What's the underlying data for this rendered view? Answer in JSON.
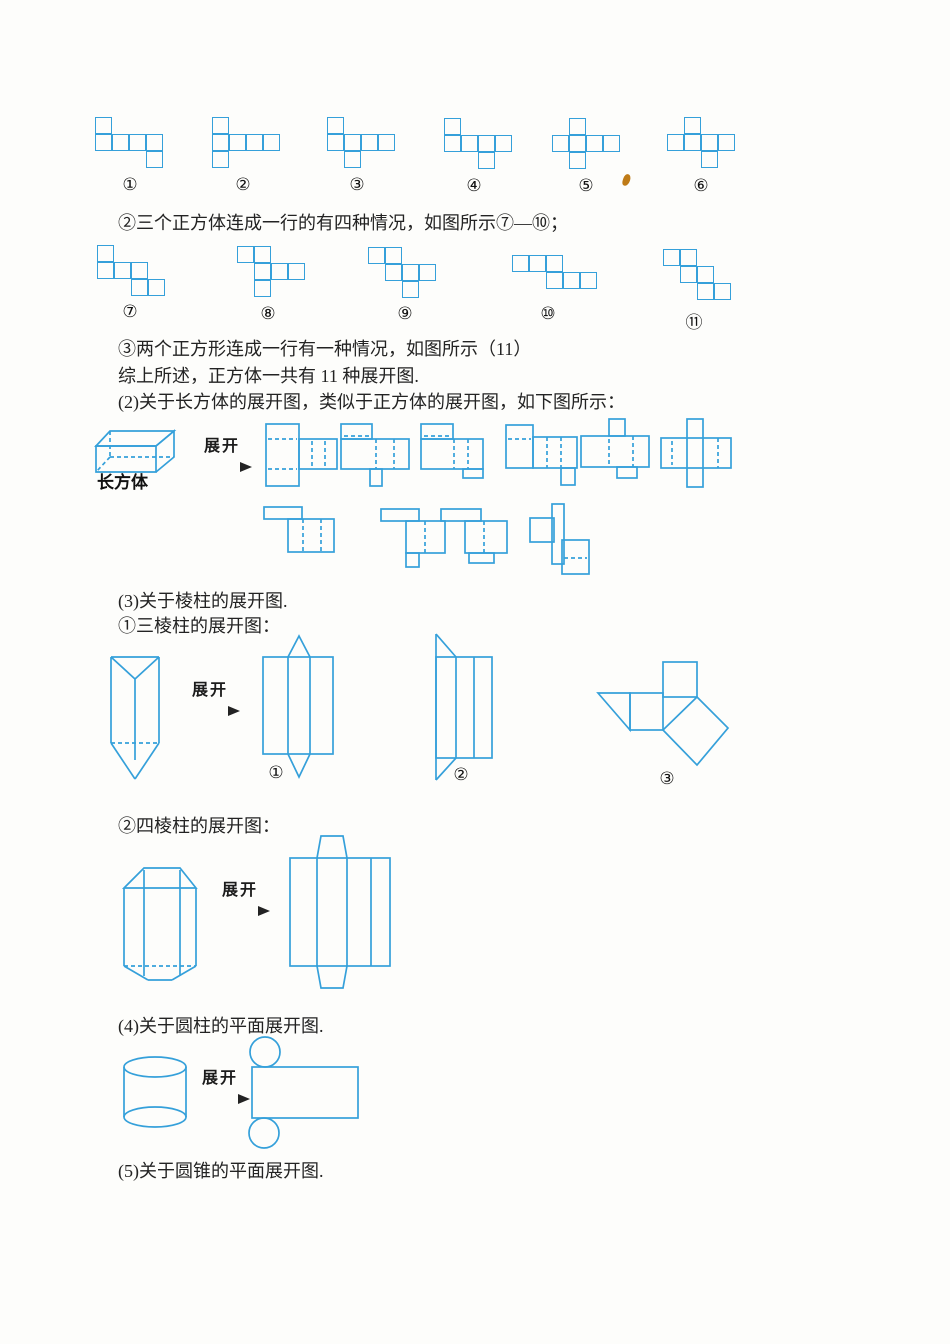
{
  "colors": {
    "line_blue": "#35a0da",
    "ink": "#232323",
    "page_bg": "#fdfdfb",
    "stain": "#bf7b17"
  },
  "text": {
    "line_three_cubes": "②三个正方体连成一行的有四种情况，如图所示⑦—⑩；",
    "line_two_squares": "③两个正方形连成一行有一种情况，如图所示（11）",
    "line_summary": "综上所述，正方体一共有 11 种展开图.",
    "line_cuboid_intro": "(2)关于长方体的展开图，类似于正方体的展开图，如下图所示：",
    "line_prism_intro": "(3)关于棱柱的展开图.",
    "line_tri_prism": "①三棱柱的展开图：",
    "line_quad_prism": "②四棱柱的展开图：",
    "line_cylinder": "(4)关于圆柱的平面展开图.",
    "line_cone": "(5)关于圆锥的平面展开图.",
    "cuboid_caption": "长方体",
    "unfold_label": "展开"
  },
  "cube_nets": {
    "unit": 17,
    "row1": [
      {
        "label": "①",
        "cells": [
          [
            0,
            0
          ],
          [
            0,
            1
          ],
          [
            1,
            1
          ],
          [
            2,
            1
          ],
          [
            3,
            1
          ],
          [
            3,
            2
          ]
        ]
      },
      {
        "label": "②",
        "cells": [
          [
            0,
            0
          ],
          [
            0,
            1
          ],
          [
            1,
            1
          ],
          [
            2,
            1
          ],
          [
            3,
            1
          ],
          [
            0,
            2
          ]
        ]
      },
      {
        "label": "③",
        "cells": [
          [
            0,
            0
          ],
          [
            0,
            1
          ],
          [
            1,
            1
          ],
          [
            2,
            1
          ],
          [
            3,
            1
          ],
          [
            1,
            2
          ]
        ]
      },
      {
        "label": "④",
        "cells": [
          [
            0,
            0
          ],
          [
            0,
            1
          ],
          [
            1,
            1
          ],
          [
            2,
            1
          ],
          [
            3,
            1
          ],
          [
            2,
            2
          ]
        ]
      },
      {
        "label": "⑤",
        "cells": [
          [
            1,
            0
          ],
          [
            0,
            1
          ],
          [
            1,
            1
          ],
          [
            2,
            1
          ],
          [
            3,
            1
          ],
          [
            1,
            2
          ]
        ]
      },
      {
        "label": "⑥",
        "cells": [
          [
            1,
            0
          ],
          [
            0,
            1
          ],
          [
            1,
            1
          ],
          [
            2,
            1
          ],
          [
            3,
            1
          ],
          [
            2,
            2
          ]
        ]
      }
    ],
    "row2": [
      {
        "label": "⑦",
        "cells": [
          [
            0,
            0
          ],
          [
            0,
            1
          ],
          [
            1,
            1
          ],
          [
            2,
            1
          ],
          [
            2,
            2
          ],
          [
            3,
            2
          ]
        ]
      },
      {
        "label": "⑧",
        "cells": [
          [
            0,
            0
          ],
          [
            1,
            0
          ],
          [
            1,
            1
          ],
          [
            2,
            1
          ],
          [
            3,
            1
          ],
          [
            1,
            2
          ]
        ]
      },
      {
        "label": "⑨",
        "cells": [
          [
            0,
            0
          ],
          [
            1,
            0
          ],
          [
            1,
            1
          ],
          [
            2,
            1
          ],
          [
            3,
            1
          ],
          [
            2,
            2
          ]
        ]
      },
      {
        "label": "⑩",
        "cells": [
          [
            0,
            0
          ],
          [
            1,
            0
          ],
          [
            2,
            0
          ],
          [
            2,
            1
          ],
          [
            3,
            1
          ],
          [
            4,
            1
          ]
        ]
      },
      {
        "label": "⑪",
        "cells": [
          [
            0,
            0
          ],
          [
            1,
            0
          ],
          [
            1,
            1
          ],
          [
            2,
            1
          ],
          [
            2,
            2
          ],
          [
            3,
            2
          ]
        ]
      }
    ]
  },
  "prism_net_labels": {
    "n1": "①",
    "n2": "②",
    "n3": "③"
  }
}
